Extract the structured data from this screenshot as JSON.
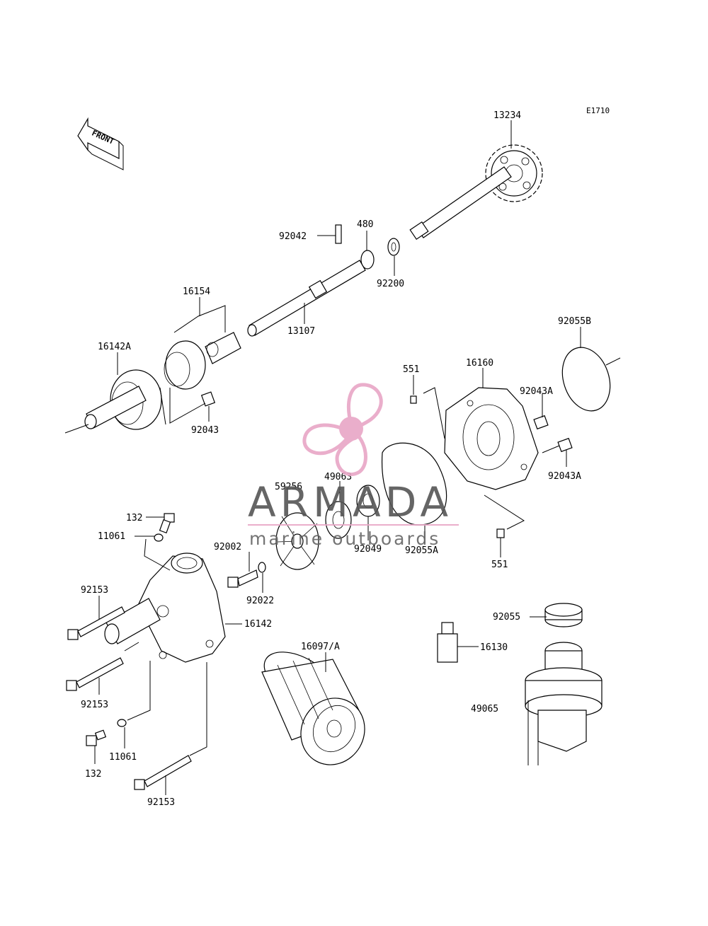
{
  "diagram_code": "E1710",
  "front_label": "FRONT",
  "watermark": {
    "brand": "ARMADA",
    "tagline": "marine outboards",
    "logo_color": "#e8a6c6",
    "text_color": "#555555"
  },
  "labels": {
    "p13234": "13234",
    "p92042": "92042",
    "p480": "480",
    "p92200": "92200",
    "p16154": "16154",
    "p13107": "13107",
    "p16142A": "16142A",
    "p92043": "92043",
    "p92055B": "92055B",
    "p551_top": "551",
    "p16160": "16160",
    "p92043A_top": "92043A",
    "p92043A_bot": "92043A",
    "p59256": "59256",
    "p49063": "49063",
    "p92049": "92049",
    "p92055A": "92055A",
    "p551_bot": "551",
    "p132_top": "132",
    "p11061_top": "11061",
    "p92002": "92002",
    "p92022": "92022",
    "p92153_a": "92153",
    "p16142": "16142",
    "p92153_b": "92153",
    "p11061_bot": "11061",
    "p132_bot": "132",
    "p92153_c": "92153",
    "p16097A": "16097/A",
    "p92055": "92055",
    "p16130": "16130",
    "p49065": "49065"
  }
}
